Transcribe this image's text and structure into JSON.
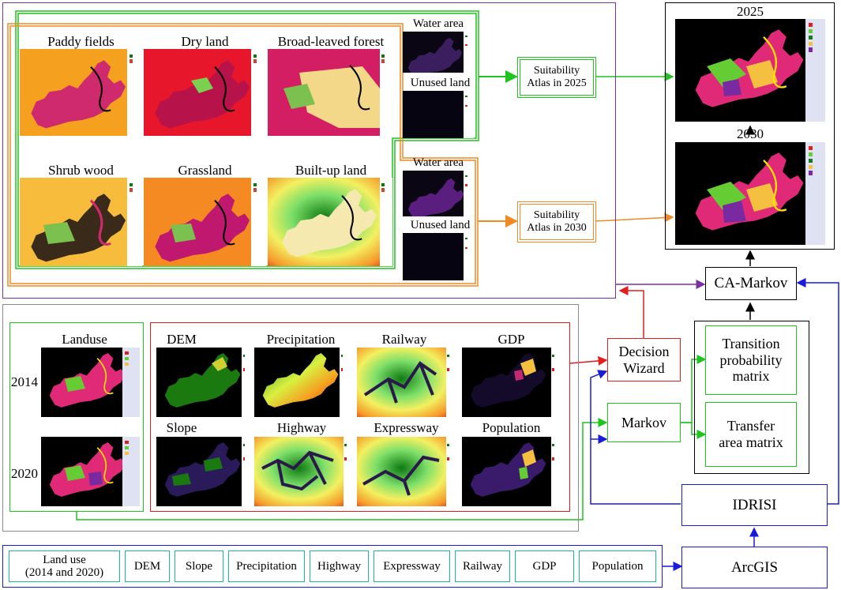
{
  "suitability_panel": {
    "maps": [
      {
        "label": "Paddy fields"
      },
      {
        "label": "Dry land"
      },
      {
        "label": "Broad-leaved forest"
      },
      {
        "label": "Shrub wood"
      },
      {
        "label": "Grassland"
      },
      {
        "label": "Built-up land"
      }
    ],
    "water_area_label": "Water area",
    "unused_land_label": "Unused land"
  },
  "atlas_2025": "Suitability\nAtlas in 2025",
  "atlas_2030": "Suitability\nAtlas in 2030",
  "result_2025_label": "2025",
  "result_2030_label": "2030",
  "ca_markov": "CA-Markov",
  "transition_matrix": "Transition\nprobability\nmatrix",
  "transfer_matrix": "Transfer\narea matrix",
  "decision_wizard": "Decision\nWizard",
  "markov": "Markov",
  "idrisi": "IDRISI",
  "arcgis": "ArcGIS",
  "landuse_panel": {
    "title": "Landuse",
    "year_2014": "2014",
    "year_2020": "2020"
  },
  "factors": [
    {
      "label": "DEM"
    },
    {
      "label": "Precipitation"
    },
    {
      "label": "Railway"
    },
    {
      "label": "GDP"
    },
    {
      "label": "Slope"
    },
    {
      "label": "Highway"
    },
    {
      "label": "Expressway"
    },
    {
      "label": "Population"
    }
  ],
  "inputs": [
    "Land use\n(2014 and 2020)",
    "DEM",
    "Slope",
    "Precipitation",
    "Highway",
    "Expressway",
    "Railway",
    "GDP",
    "Population"
  ],
  "colors": {
    "purple": "#7b2fa0",
    "green": "#1fc41f",
    "orange": "#f08a24",
    "red": "#e31e1e",
    "blue": "#1a1adb",
    "teal": "#1ab8a0",
    "gray": "#8a8a8a"
  }
}
